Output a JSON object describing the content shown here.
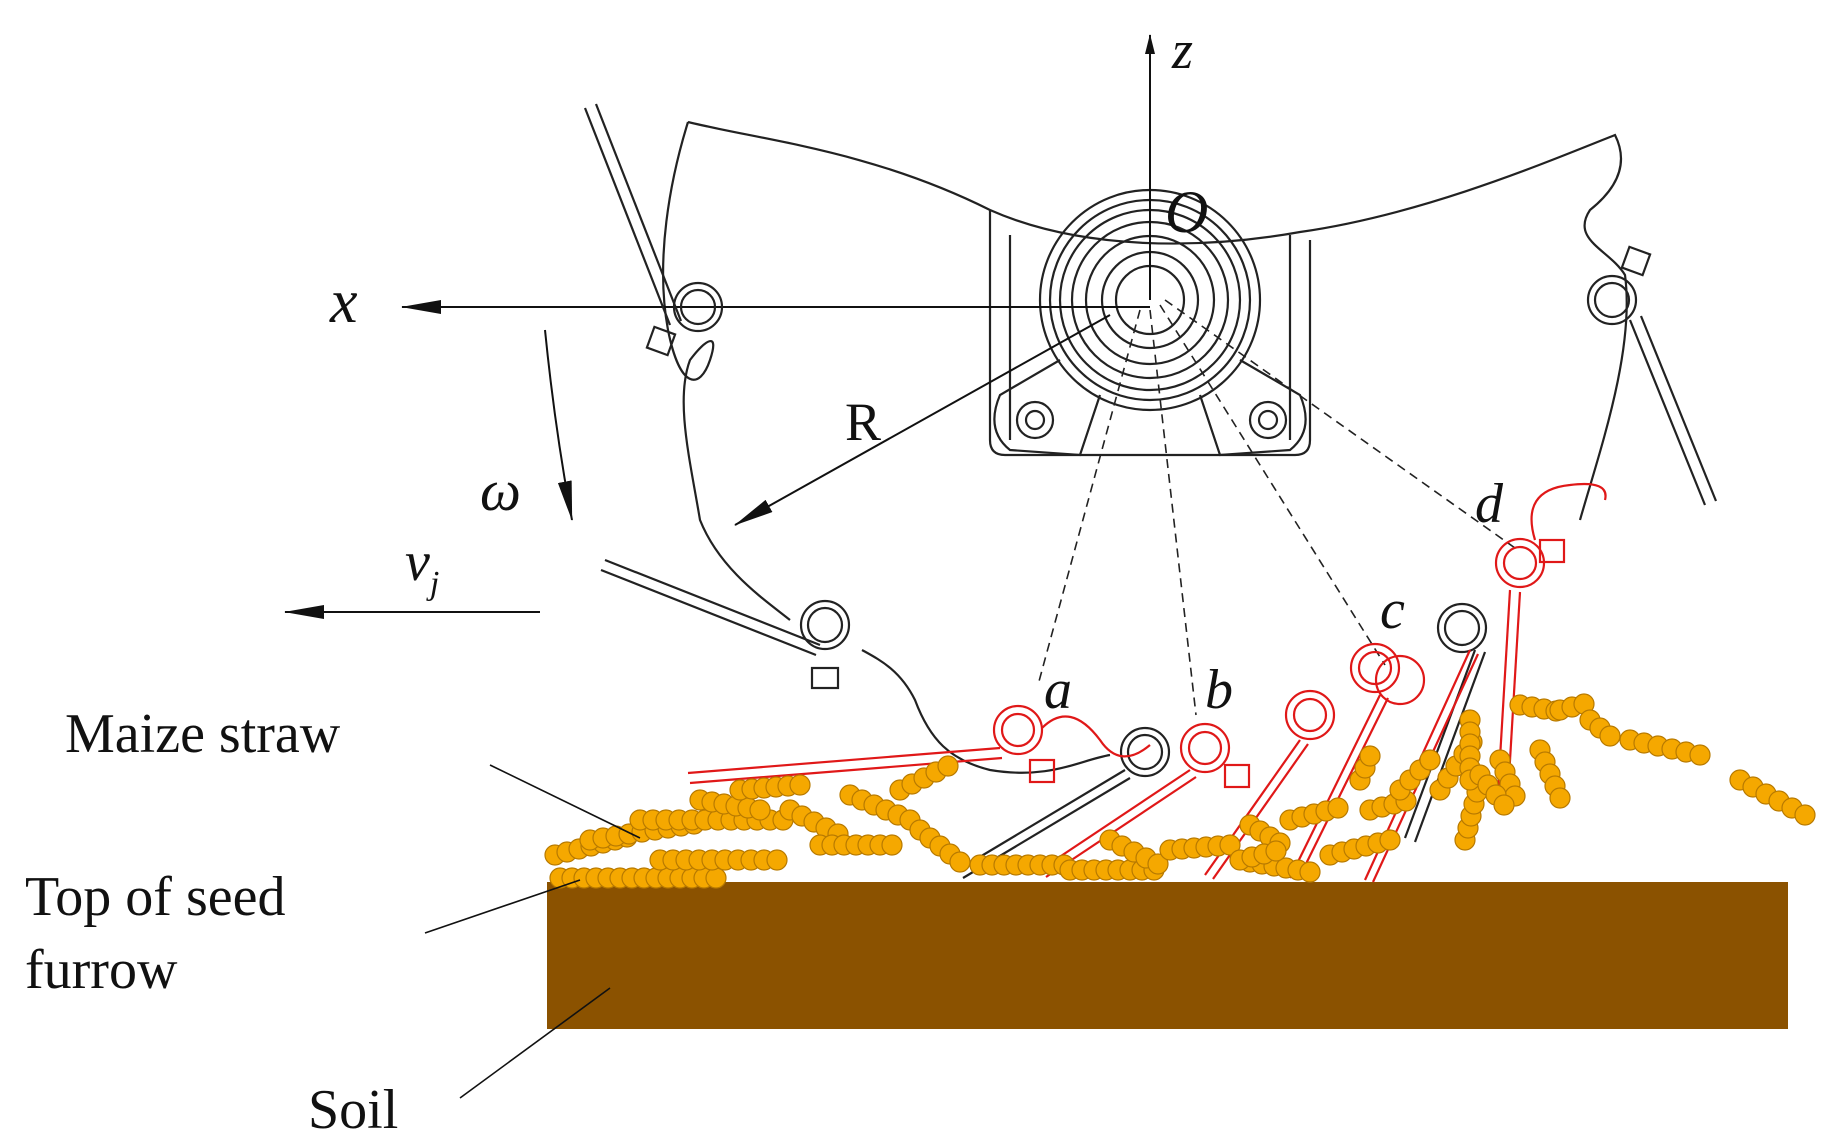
{
  "labels": {
    "z_axis": "z",
    "x_axis": "x",
    "origin": "O",
    "radius": "R",
    "omega": "ω",
    "velocity_base": "v",
    "velocity_sub": "j",
    "pos_a": "a",
    "pos_b": "b",
    "pos_c": "c",
    "pos_d": "d",
    "maize_straw": "Maize straw",
    "top_seed_line1": "Top of seed",
    "top_seed_line2": "furrow",
    "soil": "Soil"
  },
  "colors": {
    "soil": "#8B5200",
    "straw": "#F5A800",
    "straw_edge": "#B87A00",
    "trajectory": "#e01818",
    "line": "#222222"
  },
  "icons": {
    "hub": "bearing-hub-icon",
    "tine": "spring-tine-icon",
    "straw": "straw-particle-icon"
  }
}
